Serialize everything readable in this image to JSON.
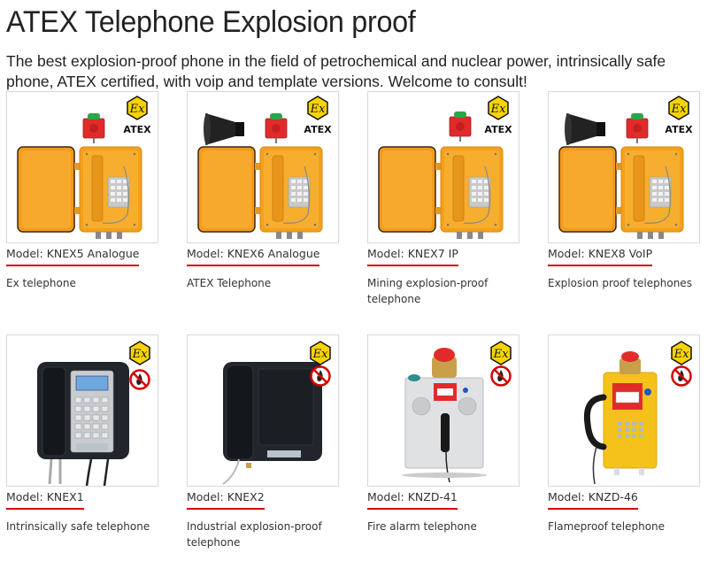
{
  "page": {
    "title": "ATEX Telephone Explosion proof",
    "subtitle": "The best explosion-proof phone in the field of petrochemical and nuclear power, intrinsically safe phone, ATEX certified, with voip and template versions. Welcome to consult!"
  },
  "colors": {
    "accent_underline": "#d40000",
    "phone_orange": "#f5a623",
    "ex_yellow": "#f7d400",
    "border": "#d8d8d8"
  },
  "products": [
    {
      "model": "Model: KNEX5 Analogue",
      "description": "Ex telephone",
      "badge": "ATEX",
      "image": "yellow-phone-with-beacon"
    },
    {
      "model": "Model: KNEX6 Analogue",
      "description": "ATEX Telephone",
      "badge": "ATEX",
      "image": "yellow-phone-with-horn-and-beacon"
    },
    {
      "model": "Model: KNEX7 IP",
      "description": "Mining explosion-proof telephone",
      "badge": "ATEX",
      "image": "yellow-phone-with-beacon"
    },
    {
      "model": "Model: KNEX8 VoIP",
      "description": "Explosion proof telephones",
      "badge": "ATEX",
      "image": "yellow-phone-with-horn-and-beacon"
    },
    {
      "model": "Model: KNEX1",
      "description": "Intrinsically safe telephone",
      "badge": "Ex",
      "image": "black-phone-with-keypad"
    },
    {
      "model": "Model: KNEX2",
      "description": "Industrial explosion-proof telephone",
      "badge": "Ex",
      "image": "black-phone-no-keypad"
    },
    {
      "model": "Model: KNZD-41",
      "description": "Fire alarm telephone",
      "badge": "Ex",
      "image": "steel-fire-alarm-phone"
    },
    {
      "model": "Model: KNZD-46",
      "description": "Flameproof telephone",
      "badge": "Ex",
      "image": "yellow-fire-alarm-phone"
    }
  ],
  "badges": {
    "atex_label": "ATEX",
    "ex_label": "Ex"
  }
}
